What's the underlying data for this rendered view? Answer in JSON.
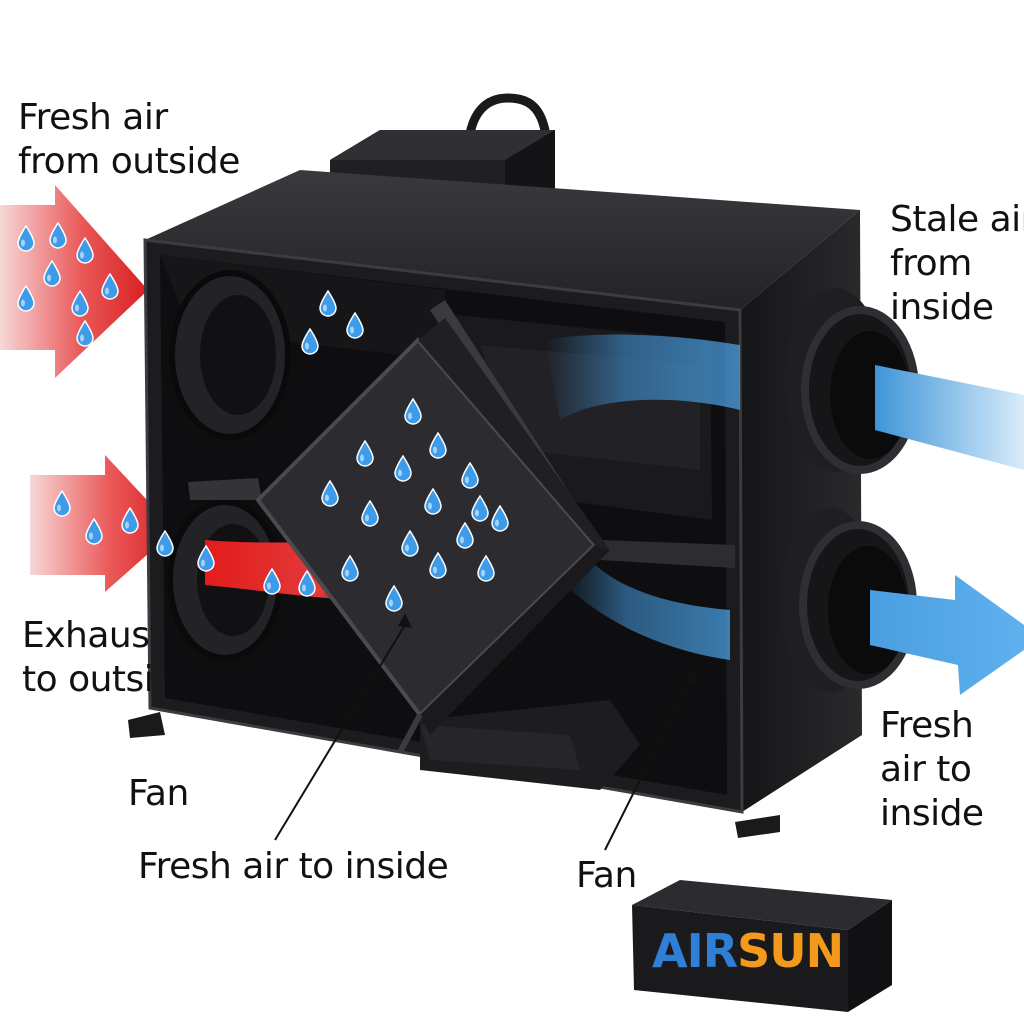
{
  "labels": {
    "fresh_air_outside": [
      "Fresh air",
      "from outside"
    ],
    "stale_air_inside": [
      "Stale air",
      "from",
      "inside"
    ],
    "exhaust_outside": [
      "Exhaust",
      "to outside"
    ],
    "fan_left": "Fan",
    "fresh_air_to_inside_bottom": "Fresh air to inside",
    "fan_right": "Fan",
    "fresh_air_to_inside_right": [
      "Fresh",
      "air to",
      "inside"
    ]
  },
  "brand": {
    "part1": "AIR",
    "part2": "SUN",
    "color1": "#2f7fd6",
    "color2": "#f39a1d"
  },
  "colors": {
    "unit": "#1b1b1d",
    "unit_edge": "#3a3a3e",
    "warm_air": "#e02a2a",
    "cool_air": "#4aa3e6",
    "droplet": "#3d9be9"
  },
  "icons": [
    "water-droplet-icon",
    "arrow-right-icon",
    "duct-collar-icon",
    "power-cable-icon",
    "leader-line-icon"
  ]
}
